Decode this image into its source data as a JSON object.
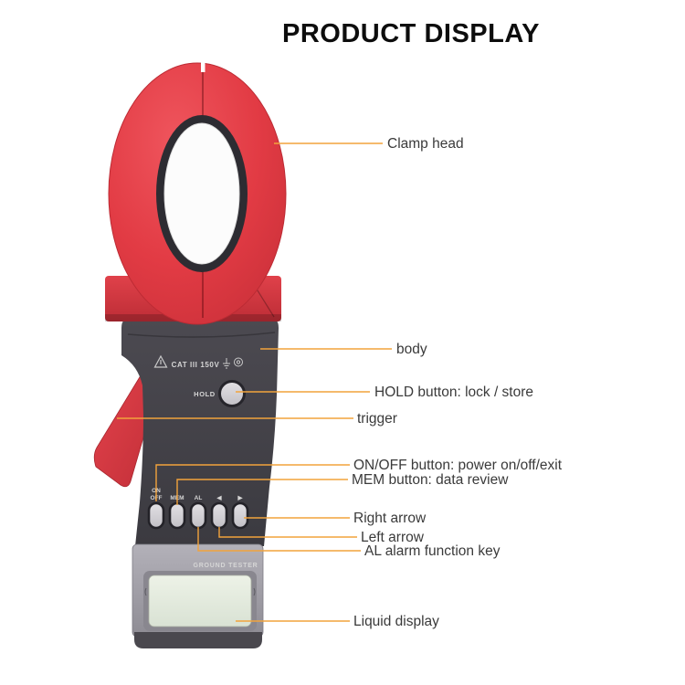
{
  "title": "PRODUCT DISPLAY",
  "colors": {
    "accent": "#F2A33C",
    "label_text": "#3a3a3a",
    "clamp_red": "#e23b44",
    "body_gray": "#46444b",
    "lcd_green": "#e3ebdd"
  },
  "device": {
    "markings": {
      "category": "CAT III 150V",
      "warning_icon": "warning-triangle",
      "ground_icon": "earth-ground-symbol",
      "insulation_icon": "double-insulation-symbol"
    },
    "hold_label": "HOLD",
    "buttons": {
      "on_off_line1": "ON",
      "on_off_line2": "OFF",
      "mem": "MEM",
      "al": "AL",
      "left_arrow": "◀",
      "right_arrow": "▶"
    },
    "display": {
      "brand": "GROUND TESTER"
    }
  },
  "annotations": [
    {
      "id": "clamp-head",
      "label": "Clamp head"
    },
    {
      "id": "body",
      "label": "body"
    },
    {
      "id": "hold-button",
      "label": "HOLD button: lock / store"
    },
    {
      "id": "trigger",
      "label": "trigger"
    },
    {
      "id": "on-off-button",
      "label": "ON/OFF button: power on/off/exit"
    },
    {
      "id": "mem-button",
      "label": "MEM button: data review"
    },
    {
      "id": "right-arrow",
      "label": "Right arrow"
    },
    {
      "id": "left-arrow",
      "label": "Left arrow"
    },
    {
      "id": "al-key",
      "label": "AL alarm function key"
    },
    {
      "id": "liquid-display",
      "label": "Liquid display"
    }
  ]
}
